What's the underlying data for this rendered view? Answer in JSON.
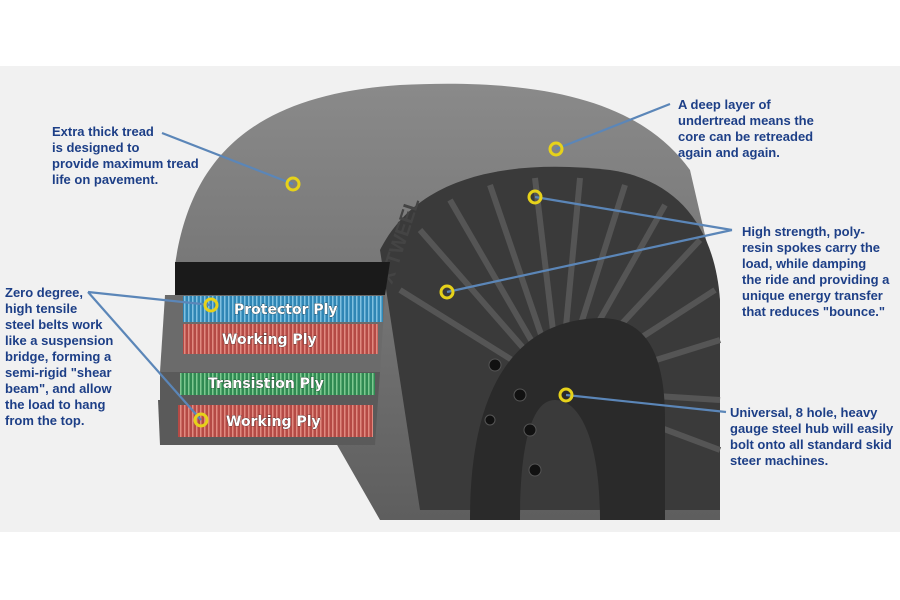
{
  "callouts": {
    "tread": "Extra thick tread\nis designed to\nprovide maximum tread\nlife on pavement.",
    "undertread": "A deep layer of\nundertread means the\ncore can be retreaded\nagain and again.",
    "spokes": "High strength, poly-\nresin spokes carry the\nload, while damping\nthe ride and providing a\nunique energy transfer\nthat reduces \"bounce.\"",
    "belts": "Zero degree,\nhigh tensile\nsteel belts work\nlike a suspension\nbridge, forming a\nsemi-rigid \"shear\nbeam\", and allow\nthe load to hang\nfrom the top.",
    "hub": "Universal, 8 hole, heavy\ngauge steel hub will easily\nbolt onto all standard skid\nsteer machines."
  },
  "plies": [
    "Protector Ply",
    "Working Ply",
    "Transistion Ply",
    "Working Ply"
  ],
  "brand": "X TWEEL",
  "colors": {
    "text": "#1d3f87",
    "leader": "#5b86b8",
    "marker": "#e6d21a",
    "protector": "#2f86b5",
    "working": "#b54a45",
    "transition": "#2f8a52"
  }
}
